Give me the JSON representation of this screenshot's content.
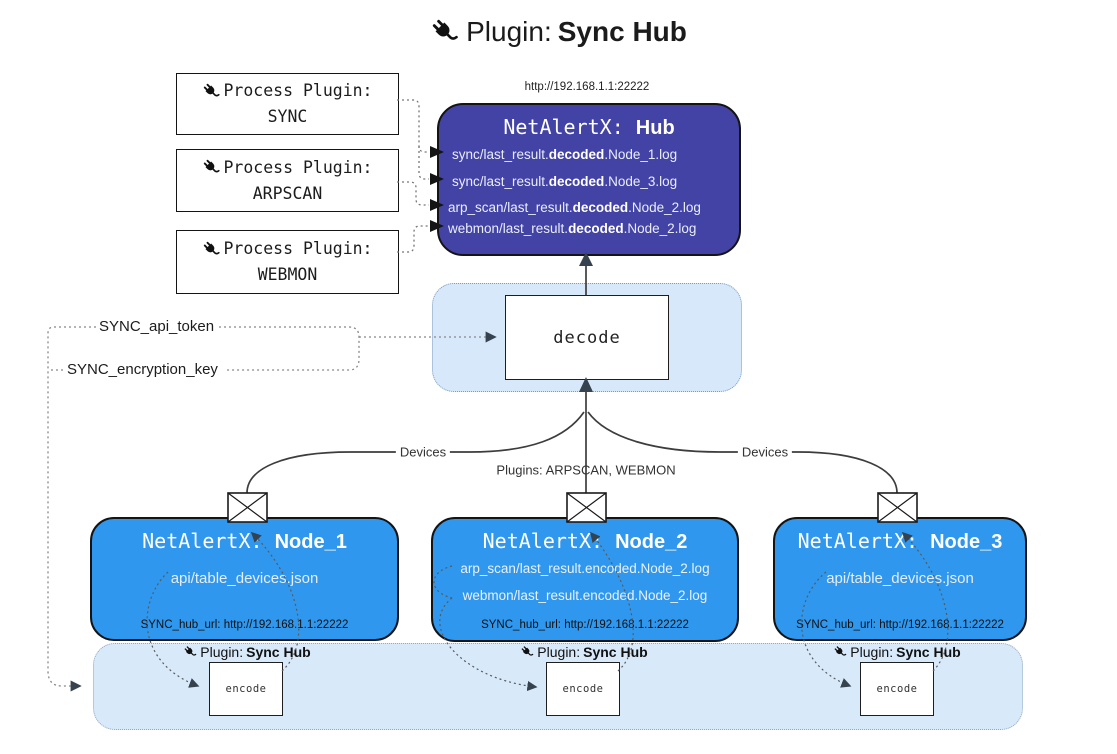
{
  "page": {
    "title_pre": "Plugin: ",
    "title_bold": "Sync Hub"
  },
  "process_plugins": {
    "heading": "Process Plugin:",
    "items": [
      {
        "name": "SYNC"
      },
      {
        "name": "ARPSCAN"
      },
      {
        "name": "WEBMON"
      }
    ]
  },
  "hub": {
    "url": "http://192.168.1.1:22222",
    "title_pre": "NetAlertX: ",
    "title_bold": "Hub",
    "lines": [
      {
        "pre": "sync/last_result.",
        "bold": "decoded",
        "post": ".Node_1.log"
      },
      {
        "pre": "sync/last_result.",
        "bold": "decoded",
        "post": ".Node_3.log"
      },
      {
        "pre": "arp_scan/last_result.",
        "bold": "decoded",
        "post": ".Node_2.log"
      },
      {
        "pre": "webmon/last_result.",
        "bold": "decoded",
        "post": ".Node_2.log"
      }
    ]
  },
  "decode_box": {
    "label": "decode"
  },
  "keys": {
    "api_token": "SYNC_api_token",
    "encryption_key": "SYNC_encryption_key"
  },
  "connectors": {
    "devices_left": "Devices",
    "devices_right": "Devices",
    "plugins": "Plugins: ARPSCAN, WEBMON"
  },
  "nodes": [
    {
      "title_pre": "NetAlertX: ",
      "title_bold": "Node_1",
      "lines": [
        "api/table_devices.json"
      ],
      "footer": "SYNC_hub_url: http://192.168.1.1:22222"
    },
    {
      "title_pre": "NetAlertX: ",
      "title_bold": "Node_2",
      "lines": [
        "arp_scan/last_result.encoded.Node_2.log",
        "webmon/last_result.encoded.Node_2.log"
      ],
      "footer": "SYNC_hub_url: http://192.168.1.1:22222"
    },
    {
      "title_pre": "NetAlertX: ",
      "title_bold": "Node_3",
      "lines": [
        "api/table_devices.json"
      ],
      "footer": "SYNC_hub_url: http://192.168.1.1:22222"
    }
  ],
  "sync_plugin_bar": {
    "label_pre": "Plugin: ",
    "label_bold": "Sync Hub",
    "encode_label": "encode"
  },
  "colors": {
    "hub_fill": "#4343a5",
    "node_fill": "#2f97ee",
    "panel_fill": "#d6e8f9",
    "line": "#3d3d3d",
    "arrow": "#36434f"
  }
}
